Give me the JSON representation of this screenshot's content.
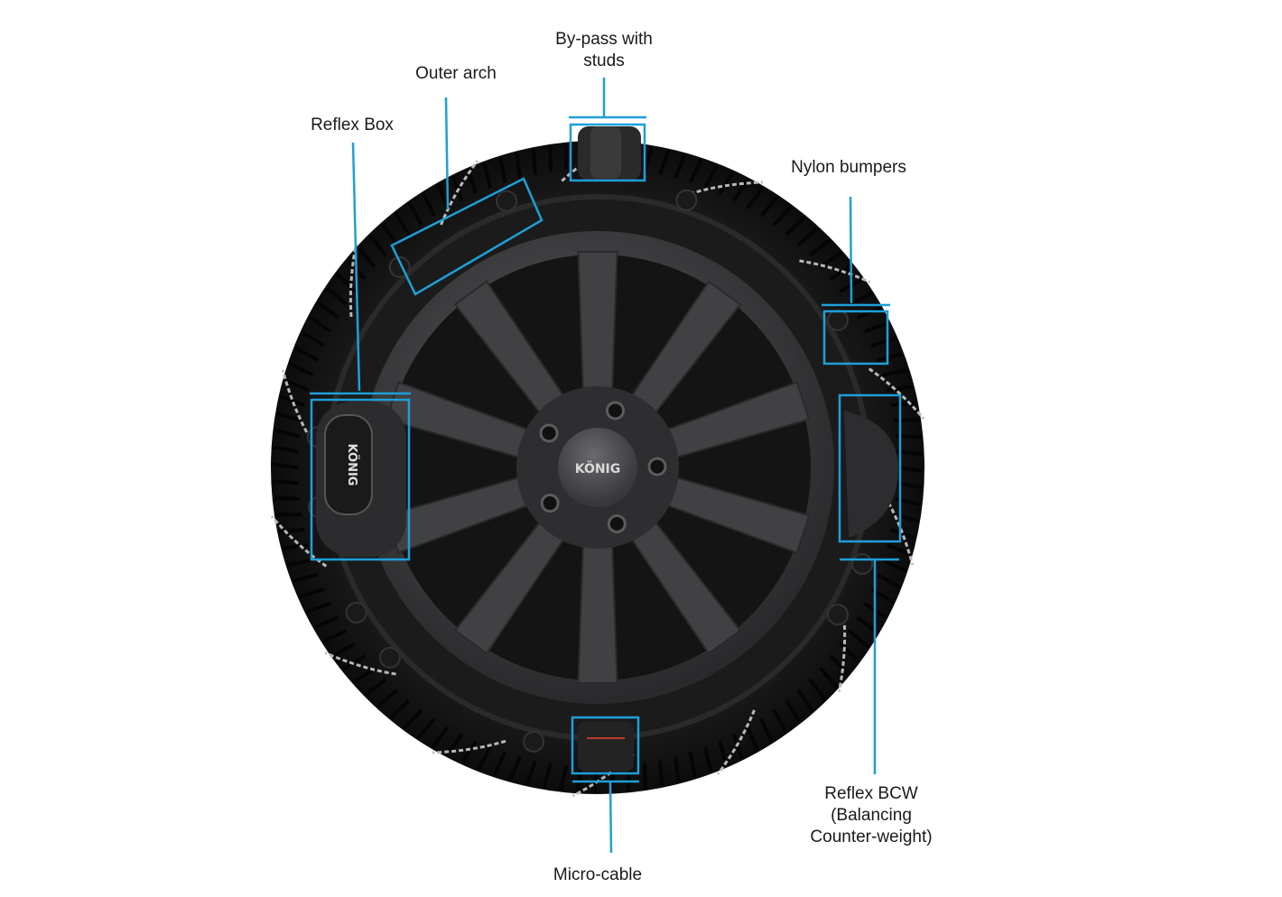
{
  "colors": {
    "callout": "#1e9fd8",
    "tire": "#161616",
    "rim": "#3b3b3d",
    "chain": "#b8b8b8",
    "text": "#1a1a1a"
  },
  "brand": {
    "hub_logo": "KÖNIG",
    "box_logo": "KÖNIG"
  },
  "labels": {
    "bypass": {
      "line1": "By-pass with",
      "line2": "studs"
    },
    "outer_arch": "Outer arch",
    "reflex_box": "Reflex Box",
    "nylon_bumpers": "Nylon bumpers",
    "reflex_bcw": {
      "line1": "Reflex BCW",
      "line2": "(Balancing",
      "line3": "Counter-weight)"
    },
    "micro_cable": "Micro-cable"
  }
}
